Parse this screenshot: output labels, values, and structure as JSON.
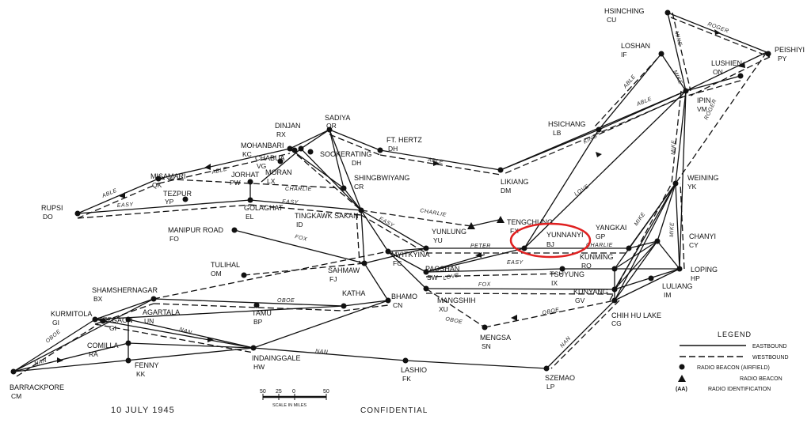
{
  "map": {
    "stations": [
      {
        "id": "hsinching",
        "name": "HSINCHING",
        "code": "CU"
      },
      {
        "id": "peishiyi",
        "name": "PEISHIYI",
        "code": "PY"
      },
      {
        "id": "loshan",
        "name": "LOSHAN",
        "code": "IF"
      },
      {
        "id": "lushien",
        "name": "LUSHIEN",
        "code": "ON"
      },
      {
        "id": "ipin",
        "name": "IPIN",
        "code": "VM"
      },
      {
        "id": "hsichang",
        "name": "HSICHANG",
        "code": "LB"
      },
      {
        "id": "sadiya",
        "name": "SADIYA",
        "code": "OR"
      },
      {
        "id": "dinjan",
        "name": "DINJAN",
        "code": "RX"
      },
      {
        "id": "fthertz",
        "name": "FT. HERTZ",
        "code": "DH"
      },
      {
        "id": "mohanbari",
        "name": "MOHANBARI",
        "code": "KC"
      },
      {
        "id": "chabua",
        "name": "CHABUA",
        "code": "VG"
      },
      {
        "id": "sookerating",
        "name": "SOOKERATING",
        "code": "DH"
      },
      {
        "id": "moran",
        "name": "MORAN",
        "code": "LX"
      },
      {
        "id": "jorhat",
        "name": "JORHAT",
        "code": "PW"
      },
      {
        "id": "misamari",
        "name": "MISAMARI",
        "code": "QK"
      },
      {
        "id": "shingbwiyang",
        "name": "SHINGBWIYANG",
        "code": "CR"
      },
      {
        "id": "likiang",
        "name": "LIKIANG",
        "code": "DM"
      },
      {
        "id": "weining",
        "name": "WEINING",
        "code": "YK"
      },
      {
        "id": "rupsi",
        "name": "RUPSI",
        "code": "DO"
      },
      {
        "id": "tezpur",
        "name": "TEZPUR",
        "code": "YP"
      },
      {
        "id": "golaghat",
        "name": "GOLAGHAT",
        "code": "EL"
      },
      {
        "id": "tingkawk",
        "name": "TINGKAWK SAKAN",
        "code": "ID"
      },
      {
        "id": "tengchung",
        "name": "TENGCHUNG",
        "code": "FX"
      },
      {
        "id": "yunnanyi",
        "name": "YUNNANYI",
        "code": "BJ"
      },
      {
        "id": "yangkai",
        "name": "YANGKAI",
        "code": "GP"
      },
      {
        "id": "chanyi",
        "name": "CHANYI",
        "code": "CY"
      },
      {
        "id": "manipur",
        "name": "MANIPUR ROAD",
        "code": "FO"
      },
      {
        "id": "yunlung",
        "name": "YUNLUNG",
        "code": "YU"
      },
      {
        "id": "kunming",
        "name": "KUNMING",
        "code": "RQ"
      },
      {
        "id": "loping",
        "name": "LOPING",
        "code": "HP"
      },
      {
        "id": "myitkyina",
        "name": "MYITKYINA",
        "code": "FC"
      },
      {
        "id": "tulihal",
        "name": "TULIHAL",
        "code": "OM"
      },
      {
        "id": "sahmaw",
        "name": "SAHMAW",
        "code": "FJ"
      },
      {
        "id": "paoshan",
        "name": "PAOSHAN",
        "code": "SW"
      },
      {
        "id": "tsuyung",
        "name": "TSUYUNG",
        "code": "IX"
      },
      {
        "id": "luliang",
        "name": "LULIANG",
        "code": "IM"
      },
      {
        "id": "shamshernagar",
        "name": "SHAMSHERNAGAR",
        "code": "BX"
      },
      {
        "id": "katha",
        "name": "KATHA",
        "code": ""
      },
      {
        "id": "bhamo",
        "name": "BHAMO",
        "code": "CN"
      },
      {
        "id": "mangshih",
        "name": "MANGSHIH",
        "code": "XU"
      },
      {
        "id": "kunyang",
        "name": "KUNYANG",
        "code": "GV"
      },
      {
        "id": "kurmitola",
        "name": "KURMITOLA",
        "code": "GI"
      },
      {
        "id": "tezgaon",
        "name": "TEZGAON",
        "code": "GI"
      },
      {
        "id": "agartala",
        "name": "AGARTALA",
        "code": "UN"
      },
      {
        "id": "tamu",
        "name": "TAMU",
        "code": "BP"
      },
      {
        "id": "chihhu",
        "name": "CHIH HU LAKE",
        "code": "CG"
      },
      {
        "id": "mengsa",
        "name": "MENGSA",
        "code": "SN"
      },
      {
        "id": "comilla",
        "name": "COMILLA",
        "code": "RA"
      },
      {
        "id": "fenny",
        "name": "FENNY",
        "code": "KK"
      },
      {
        "id": "indainggale",
        "name": "INDAINGGALE",
        "code": "HW"
      },
      {
        "id": "lashio",
        "name": "LASHIO",
        "code": "FK"
      },
      {
        "id": "szemao",
        "name": "SZEMAO",
        "code": "LP"
      },
      {
        "id": "barrackpore",
        "name": "BARRACKPORE",
        "code": "CM"
      }
    ],
    "routes": [
      {
        "id": "able1",
        "label": "ABLE"
      },
      {
        "id": "able2",
        "label": "ABLE"
      },
      {
        "id": "able3",
        "label": "ABLE"
      },
      {
        "id": "able4",
        "label": "ABLE"
      },
      {
        "id": "able5",
        "label": "ABLE"
      },
      {
        "id": "roger1",
        "label": "ROGER"
      },
      {
        "id": "roger2",
        "label": "ROGER"
      },
      {
        "id": "mike1",
        "label": "MIKE"
      },
      {
        "id": "mike2",
        "label": "MIKE"
      },
      {
        "id": "mike3",
        "label": "MIKE"
      },
      {
        "id": "mike4",
        "label": "MIKE"
      },
      {
        "id": "mike5",
        "label": "MIKE"
      },
      {
        "id": "king",
        "label": "KING"
      },
      {
        "id": "love1",
        "label": "LOVE"
      },
      {
        "id": "love2",
        "label": "LOVE"
      },
      {
        "id": "easy1",
        "label": "EASY"
      },
      {
        "id": "easy2",
        "label": "EASY"
      },
      {
        "id": "easy3",
        "label": "EASY"
      },
      {
        "id": "easy4",
        "label": "EASY"
      },
      {
        "id": "charlie1",
        "label": "CHARLIE"
      },
      {
        "id": "charlie2",
        "label": "CHARLIE"
      },
      {
        "id": "charlie3",
        "label": "CHARLIE"
      },
      {
        "id": "peter",
        "label": "PETER"
      },
      {
        "id": "fox1",
        "label": "FOX"
      },
      {
        "id": "fox2",
        "label": "FOX"
      },
      {
        "id": "oboe1",
        "label": "OBOE"
      },
      {
        "id": "oboe2",
        "label": "OBOE"
      },
      {
        "id": "oboe3",
        "label": "OBOE"
      },
      {
        "id": "oboe4",
        "label": "OBOE"
      },
      {
        "id": "nan1",
        "label": "NAN"
      },
      {
        "id": "nan2",
        "label": "NAN"
      },
      {
        "id": "nan3",
        "label": "NAN"
      },
      {
        "id": "nan4",
        "label": "NAN"
      }
    ]
  },
  "footer": {
    "date": "10 JULY 1945",
    "classification": "CONFIDENTIAL",
    "scale_ticks": [
      "50",
      "25",
      "0",
      "50"
    ],
    "scale_caption": "SCALE IN MILES"
  },
  "legend": {
    "title": "LEGEND",
    "items": [
      {
        "key": "eastbound",
        "label": "EASTBOUND",
        "symbol": "solid-line"
      },
      {
        "key": "westbound",
        "label": "WESTBOUND",
        "symbol": "dashed-line"
      },
      {
        "key": "radio_beacon_airfield",
        "label": "RADIO BEACON (AIRFIELD)",
        "symbol": "circle"
      },
      {
        "key": "radio_beacon",
        "label": "RADIO BEACON",
        "symbol": "triangle"
      },
      {
        "key": "radio_identification",
        "label": "RADIO IDENTIFICATION",
        "symbol": "(AA)"
      }
    ]
  },
  "highlight": {
    "target": "yunnanyi",
    "color": "#e02020"
  },
  "colors": {
    "ink": "#111111",
    "paper": "#ffffff",
    "highlight": "#e02020"
  }
}
